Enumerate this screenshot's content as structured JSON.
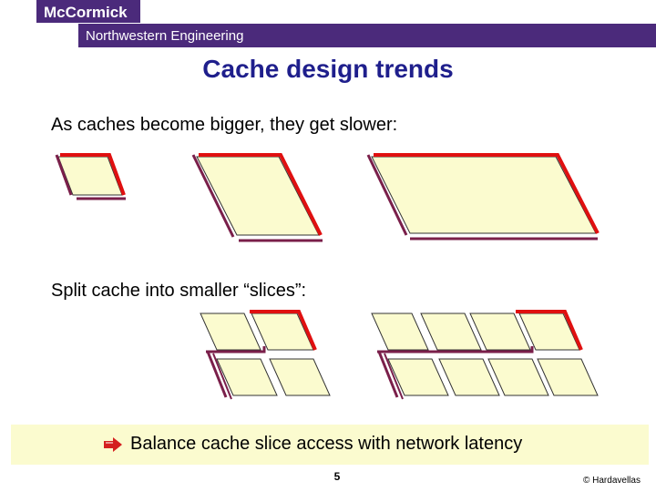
{
  "header": {
    "logo_text": "McCormick",
    "band_text": "Northwestern Engineering"
  },
  "slide": {
    "title": "Cache design trends",
    "line1": "As caches become bigger, they get slower:",
    "line2": "Split cache into smaller “slices”:",
    "callout": "Balance cache slice access with network latency",
    "page_number": "5",
    "copyright": "© Hardavellas"
  },
  "colors": {
    "brand_purple": "#4b2a7b",
    "title_blue": "#1f1f8c",
    "cache_fill": "#fbfbcf",
    "highlight_red": "#e01010",
    "shadow_purple": "#7a1f4a"
  },
  "icons": {
    "bullet": "arrow-right-icon"
  }
}
